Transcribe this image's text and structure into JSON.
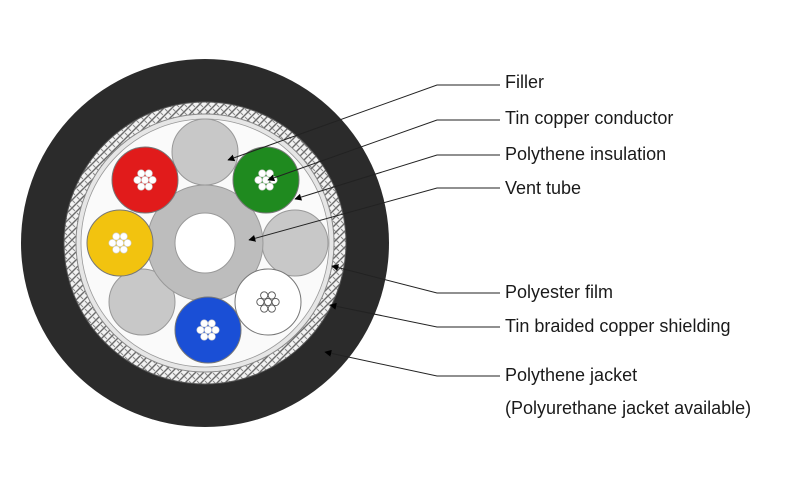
{
  "labels": {
    "filler": "Filler",
    "conductor": "Tin copper conductor",
    "insulation": "Polythene insulation",
    "vent_tube": "Vent tube",
    "polyester_film": "Polyester film",
    "shielding": "Tin braided copper shielding",
    "jacket": "Polythene jacket",
    "jacket_note": "(Polyurethane jacket available)"
  },
  "cores": [
    {
      "color_name": "red",
      "color": "#e11b1b"
    },
    {
      "color_name": "green",
      "color": "#1f8a1f"
    },
    {
      "color_name": "yellow",
      "color": "#f2c30f"
    },
    {
      "color_name": "blue",
      "color": "#1a4fd6"
    },
    {
      "color_name": "white",
      "color": "#ffffff"
    }
  ],
  "colors": {
    "jacket": "#2b2b2b",
    "filler": "#c8c8c8",
    "vent_tube": "#bdbdbd",
    "polyester_film": "#e6e6e6",
    "braid_light": "#f2f2f2",
    "braid_dark": "#6a6a6a",
    "leader_line": "#222222"
  }
}
